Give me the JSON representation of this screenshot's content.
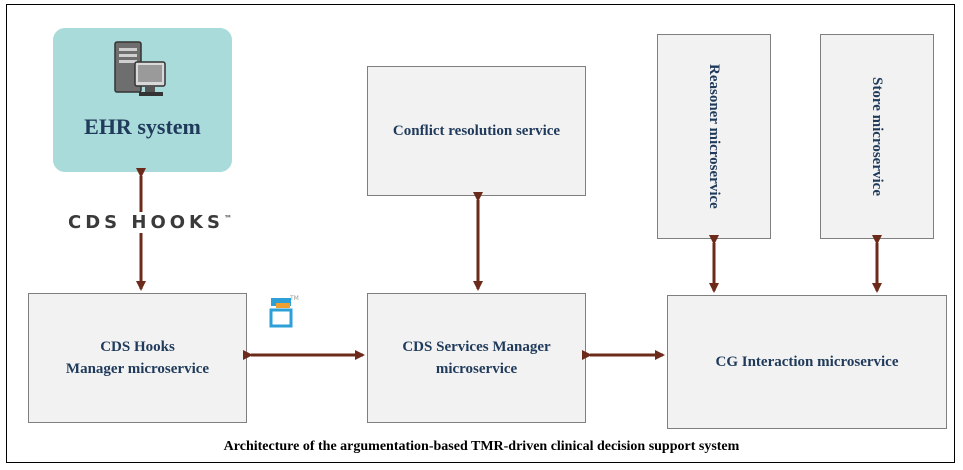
{
  "nodes": {
    "ehr": "EHR system",
    "conflict": "Conflict resolution service",
    "reasoner": "Reasoner microservice",
    "store": "Store microservice",
    "cds_hooks_manager_line1": "CDS Hooks",
    "cds_hooks_manager_line2": "Manager microservice",
    "cds_services_manager_line1": "CDS Services Manager",
    "cds_services_manager_line2": "microservice",
    "cg_interaction": "CG Interaction microservice"
  },
  "logo": {
    "text": "CDS HOOKS",
    "tm": "™"
  },
  "caption": "Architecture of the argumentation-based TMR-driven clinical decision support system",
  "colors": {
    "arrow": "#6b2a1a",
    "ehr_fill": "#a9dbdb",
    "box_fill": "#f2f2f2",
    "text": "#1f3a5a"
  }
}
